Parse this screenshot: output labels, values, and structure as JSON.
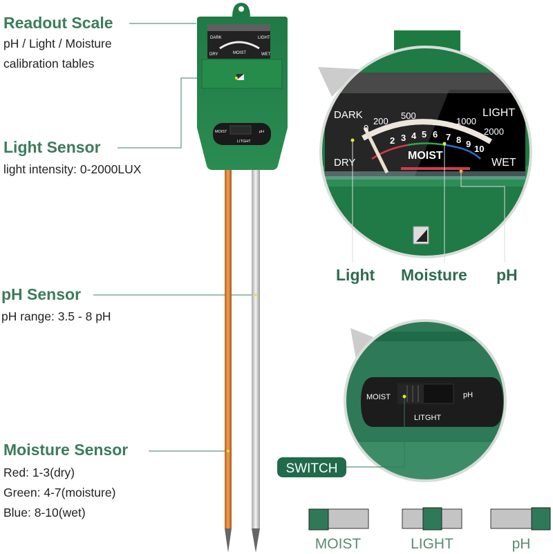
{
  "labels": {
    "readout": {
      "title": "Readout Scale",
      "lines": [
        "pH / Light / Moisture",
        "calibration tables"
      ]
    },
    "light": {
      "title": "Light Sensor",
      "lines": [
        "light intensity: 0-2000LUX"
      ]
    },
    "ph": {
      "title": "pH Sensor",
      "lines": [
        "pH range: 3.5 - 8 pH"
      ]
    },
    "moisture": {
      "title": "Moisture Sensor",
      "lines": [
        "Red: 1-3(dry)",
        "Green: 4-7(moisture)",
        "Blue: 8-10(wet)"
      ]
    }
  },
  "meter": {
    "dark": "DARK",
    "light": "LIGHT",
    "dry": "DRY",
    "wet": "WET",
    "moist": "MOIST",
    "lux_ticks": [
      "0",
      "200",
      "500",
      "1000",
      "2000"
    ],
    "moist_ticks": [
      "2",
      "3",
      "4",
      "5",
      "6",
      "7",
      "8",
      "9",
      "10"
    ]
  },
  "zoom_meter_labels": {
    "light": "Light",
    "moisture": "Moisture",
    "ph": "pH"
  },
  "switch_panel": {
    "left": "MOIST",
    "right": "pH",
    "bottom": "LITGHT"
  },
  "switch_badge": "SWITCH",
  "switch_positions": [
    {
      "label": "MOIST",
      "position": "left"
    },
    {
      "label": "LIGHT",
      "position": "center"
    },
    {
      "label": "pH",
      "position": "right"
    }
  ],
  "colors": {
    "brand_green": "#2f7a55",
    "heading": "#3d7b5c",
    "dry": "#d63a4a",
    "moist": "#2ea84a",
    "wet": "#2a6fc9"
  }
}
